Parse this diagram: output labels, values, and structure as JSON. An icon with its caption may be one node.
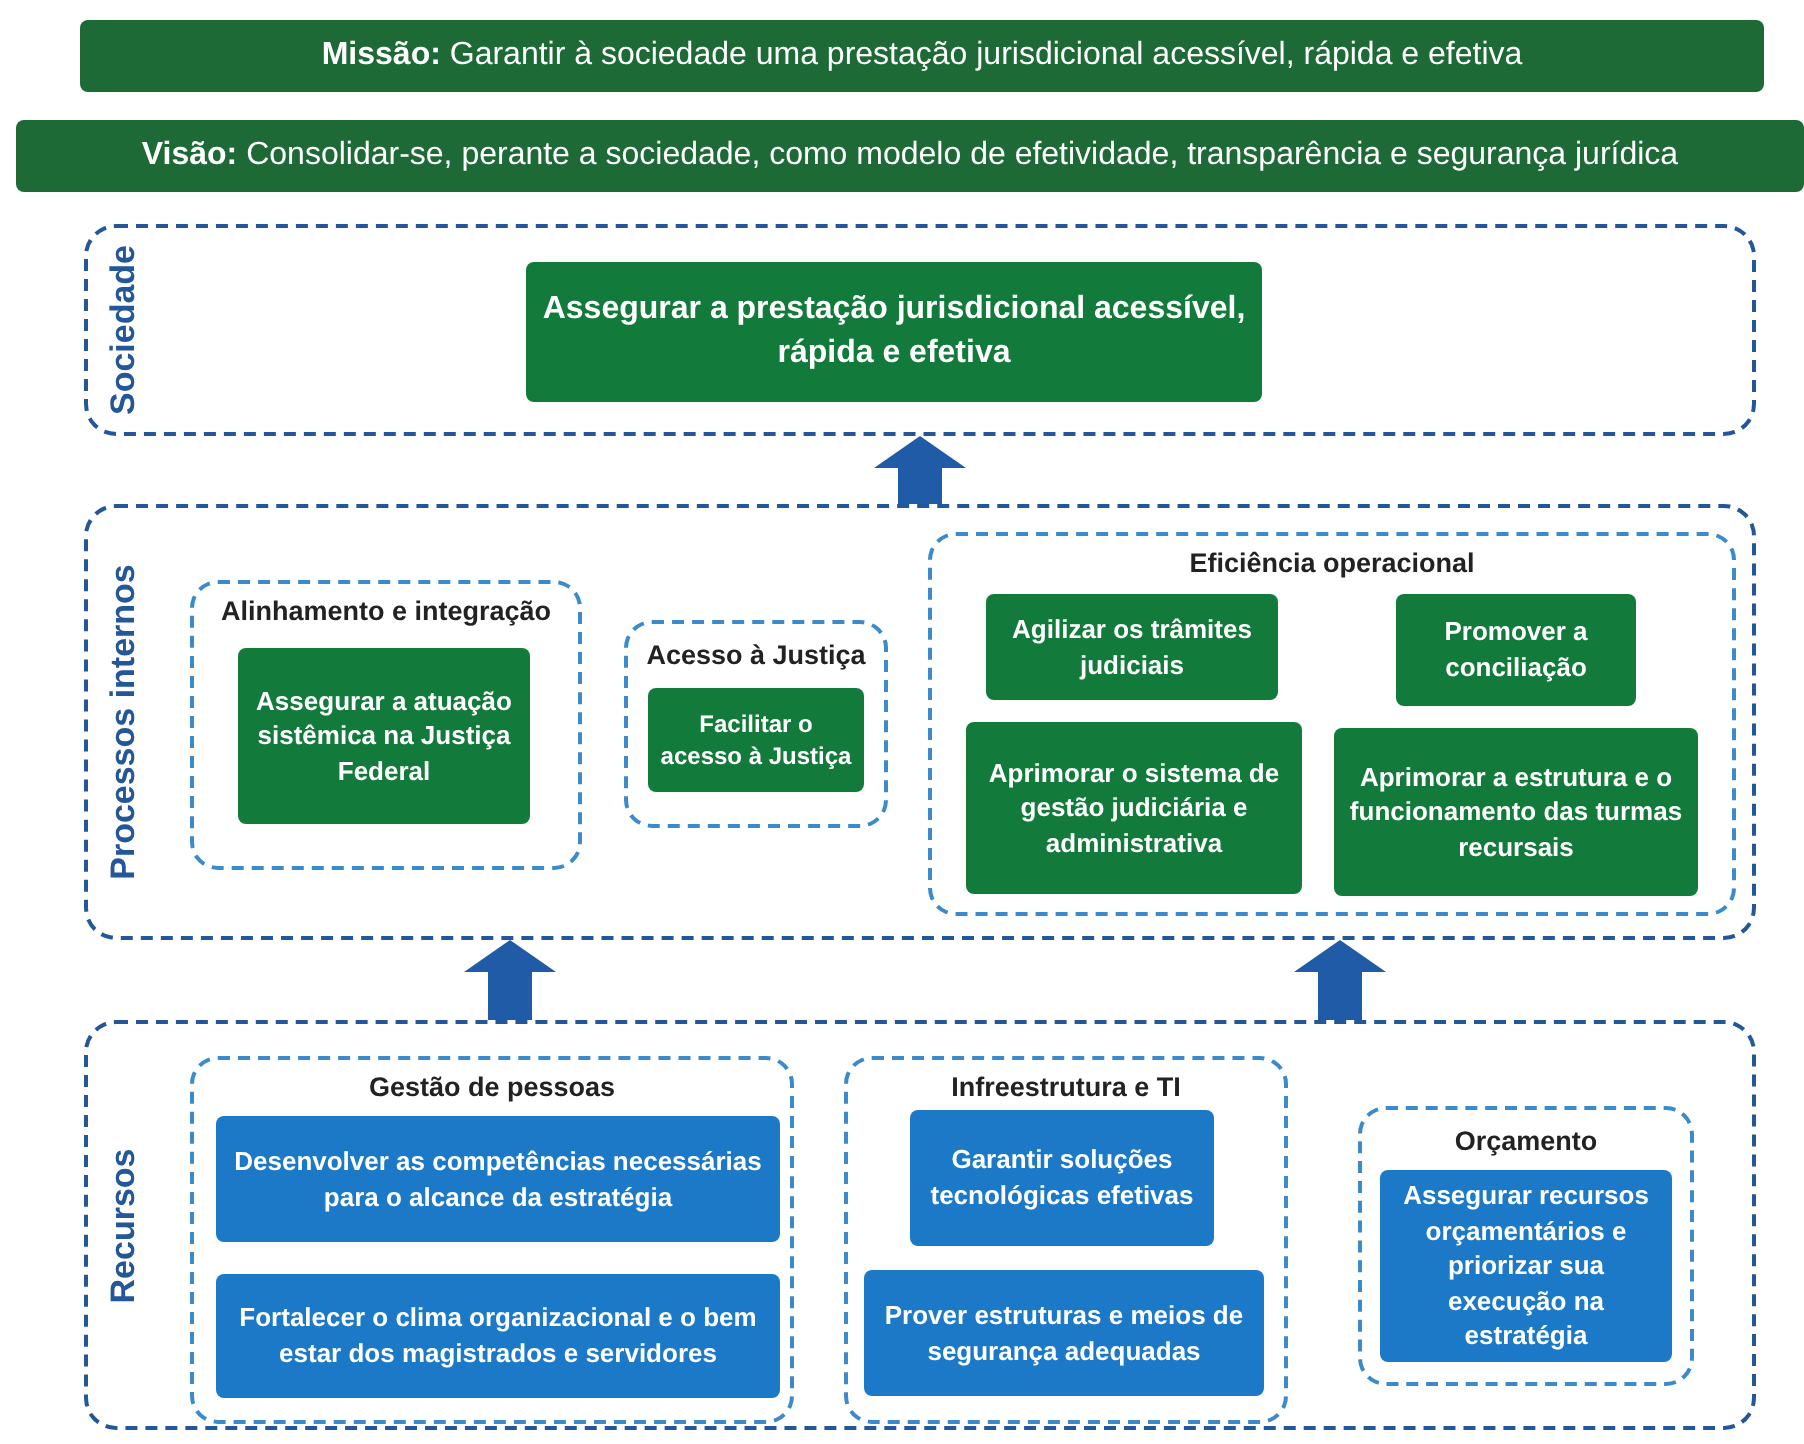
{
  "diagram": {
    "nodes": [
      {
        "text": [
          "**Missão:** Garantir à sociedade uma prestação jurisdicional acessível, rápida e efetiva"
        ]
      },
      {
        "text": [
          "**Visão:** Consolidar-se, perante a sociedade, como modelo de efetividade, transparência e segurança jurídica"
        ]
      },
      {
        "text": [
          "Sociedade"
        ]
      },
      {
        "text": [
          "Assegurar a prestação jurisdicional acessível, rápida e efetiva"
        ],
        "in": 2
      },
      {
        "text": [
          "Processos internos"
        ]
      },
      {
        "text": [
          "Alinhamento e integração"
        ],
        "in": 4
      },
      {
        "text": [
          "Assegurar a atuação sistêmica na Justiça Federal"
        ],
        "in": 5
      },
      {
        "text": [
          "Acesso à Justiça"
        ],
        "in": 4
      },
      {
        "text": [
          "Facilitar o acesso à Justiça"
        ],
        "in": 7
      },
      {
        "text": [
          "Eficiência operacional"
        ],
        "in": 4
      },
      {
        "text": [
          "Agilizar os trâmites judiciais"
        ],
        "in": 9
      },
      {
        "text": [
          "Promover a conciliação"
        ],
        "in": 9
      },
      {
        "text": [
          "Aprimorar o sistema de gestão judiciária e administrativa"
        ],
        "in": 9
      },
      {
        "text": [
          "Aprimorar a estrutura e o funcionamento das turmas recursais"
        ],
        "in": 9
      },
      {
        "text": [
          "Recursos"
        ]
      },
      {
        "text": [
          "Gestão de pessoas"
        ],
        "in": 14
      },
      {
        "text": [
          "Desenvolver as competências necessárias para o alcance da estratégia"
        ],
        "in": 15
      },
      {
        "text": [
          "Fortalecer o clima organizacional e o bem estar dos magistrados e servidores"
        ],
        "in": 15
      },
      {
        "text": [
          "Infreestrutura e TI"
        ],
        "in": 14
      },
      {
        "text": [
          "Garantir soluções tecnológicas efetivas"
        ],
        "in": 18
      },
      {
        "text": [
          "Prover estruturas e meios de segurança adequadas"
        ],
        "in": 18
      },
      {
        "text": [
          "Orçamento"
        ],
        "in": 14
      },
      {
        "text": [
          "Assegurar recursos orçamentários e priorizar sua execução na estratégia"
        ],
        "in": 21
      }
    ],
    "edges": [
      {
        "from": 14,
        "to": 4,
        "arrow": "to"
      },
      {
        "from": 14,
        "to": 4,
        "arrow": "to"
      },
      {
        "from": 4,
        "to": 2,
        "arrow": "to"
      }
    ]
  }
}
